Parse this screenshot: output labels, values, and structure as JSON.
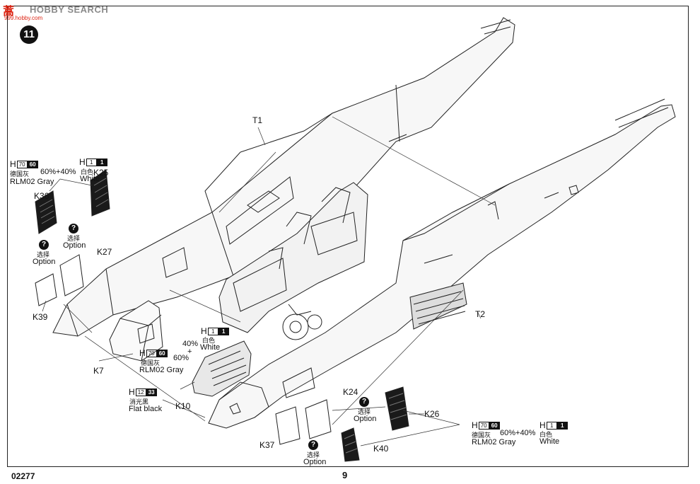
{
  "watermark": {
    "logo": "蒿",
    "name": "HOBBY SEARCH",
    "url": "999.hobby.com"
  },
  "step": "11",
  "footer": {
    "code": "02277",
    "page": "9"
  },
  "parts": {
    "t1": "T1",
    "t2": "T2",
    "k25": "K25",
    "k36": "K36",
    "k27": "K27",
    "k39": "K39",
    "k7": "K7",
    "k10": "K10",
    "k24": "K24",
    "k26": "K26",
    "k37": "K37",
    "k40": "K40"
  },
  "callouts": {
    "gray_mix_left": {
      "h": "H",
      "c1": "70",
      "c2": "60",
      "cn": "德国灰",
      "pct": "60%+40%",
      "en": "RLM02 Gray"
    },
    "white_top": {
      "h": "H",
      "c1": "1",
      "c2": "1",
      "cn": "白色",
      "en": "White"
    },
    "white_mid": {
      "h": "H",
      "c1": "1",
      "c2": "1",
      "cn": "白色",
      "en": "White"
    },
    "pct40_mid": {
      "a": "40%",
      "plus": "+",
      "b": "60%"
    },
    "gray_mid": {
      "h": "H",
      "c1": "70",
      "c2": "60",
      "cn": "德国灰",
      "en": "RLM02 Gray"
    },
    "flat_black": {
      "h": "H",
      "c1": "12",
      "c2": "33",
      "cn": "消光黑",
      "en": "Flat black"
    },
    "gray_mix_right": {
      "h": "H",
      "c1": "70",
      "c2": "60",
      "cn": "德国灰",
      "pct": "60%+40%",
      "en": "RLM02 Gray"
    },
    "white_right": {
      "h": "H",
      "c1": "1",
      "c2": "1",
      "cn": "白色",
      "en": "White"
    }
  },
  "options": [
    {
      "cn": "选择",
      "en": "Option"
    },
    {
      "cn": "选择",
      "en": "Option"
    },
    {
      "cn": "选择",
      "en": "Option"
    },
    {
      "cn": "选择",
      "en": "Option"
    }
  ],
  "qmark": "?"
}
